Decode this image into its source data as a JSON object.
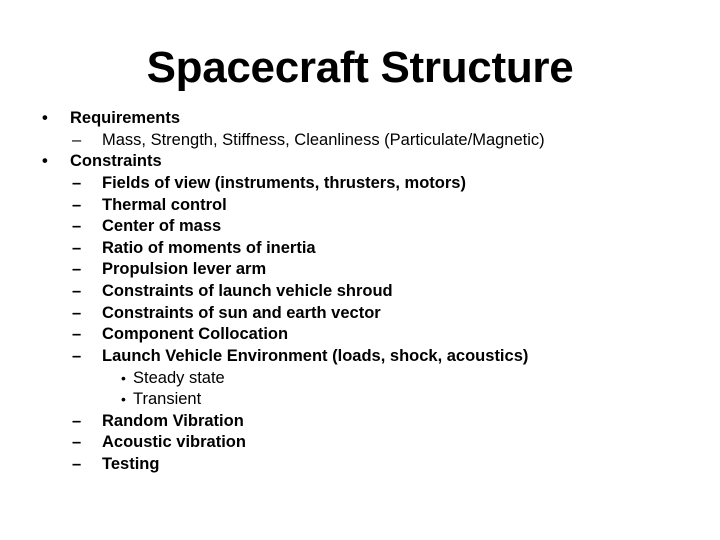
{
  "slide": {
    "title": "Spacecraft Structure",
    "items": [
      {
        "level": 1,
        "marker": "•",
        "text": "Requirements",
        "bold": true
      },
      {
        "level": 2,
        "marker": "–",
        "text": "Mass, Strength, Stiffness, Cleanliness (Particulate/Magnetic)",
        "bold": false
      },
      {
        "level": 1,
        "marker": "•",
        "text": "Constraints",
        "bold": true
      },
      {
        "level": 2,
        "marker": "–",
        "text": "Fields of view (instruments, thrusters, motors)",
        "bold": true
      },
      {
        "level": 2,
        "marker": "–",
        "text": "Thermal control",
        "bold": true
      },
      {
        "level": 2,
        "marker": "–",
        "text": "Center of mass",
        "bold": true
      },
      {
        "level": 2,
        "marker": "–",
        "text": "Ratio of moments of inertia",
        "bold": true
      },
      {
        "level": 2,
        "marker": "–",
        "text": "Propulsion lever arm",
        "bold": true
      },
      {
        "level": 2,
        "marker": "–",
        "text": "Constraints of launch vehicle shroud",
        "bold": true
      },
      {
        "level": 2,
        "marker": "–",
        "text": "Constraints of sun and earth vector",
        "bold": true
      },
      {
        "level": 2,
        "marker": "–",
        "text": "Component Collocation",
        "bold": true
      },
      {
        "level": 2,
        "marker": "–",
        "text": "Launch Vehicle Environment (loads, shock, acoustics)",
        "bold": true
      },
      {
        "level": 3,
        "marker": "•",
        "text": "Steady state",
        "bold": false
      },
      {
        "level": 3,
        "marker": "•",
        "text": "Transient",
        "bold": false
      },
      {
        "level": 2,
        "marker": "–",
        "text": "Random Vibration",
        "bold": true
      },
      {
        "level": 2,
        "marker": "–",
        "text": "Acoustic vibration",
        "bold": true
      },
      {
        "level": 2,
        "marker": "–",
        "text": "Testing",
        "bold": true
      }
    ]
  }
}
